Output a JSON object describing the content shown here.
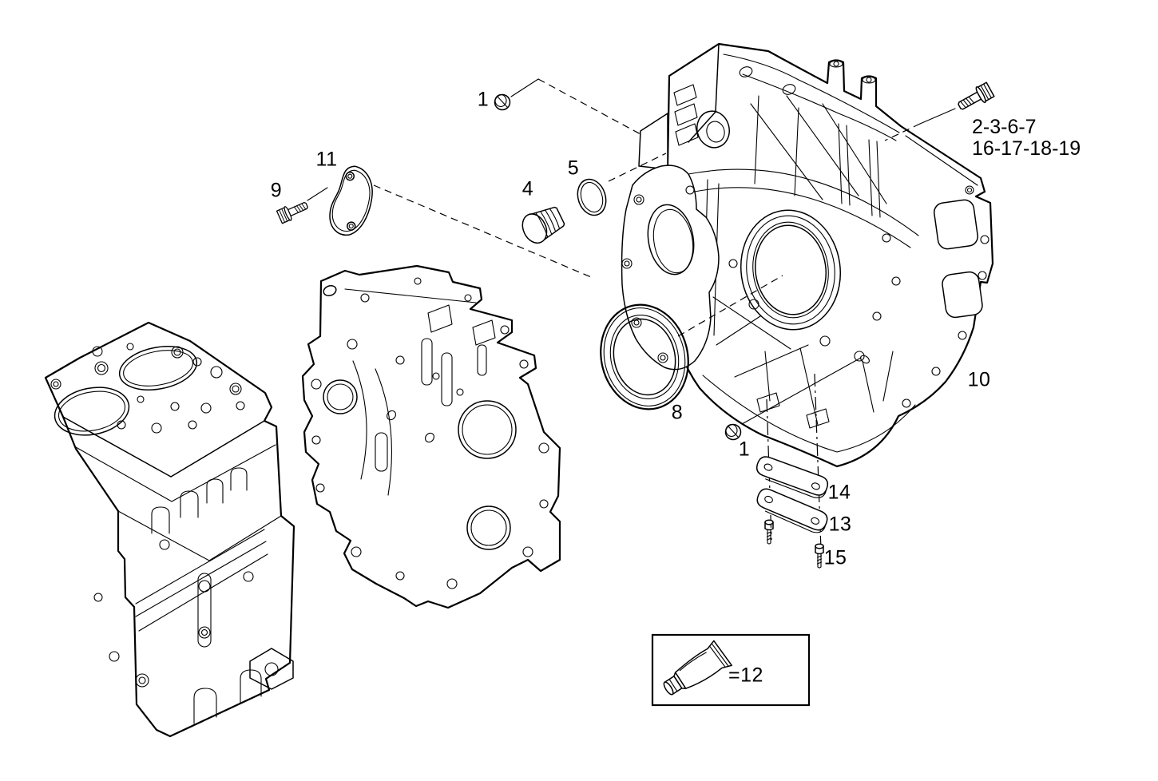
{
  "diagram": {
    "type": "exploded-parts-diagram",
    "subject": "flywheel-housing-assembly",
    "colors": {
      "line": "#000000",
      "background": "#ffffff"
    },
    "callouts": {
      "dowel_top": "1",
      "cover_bolt": "9",
      "cover_plate": "11",
      "plug": "4",
      "o_ring": "5",
      "housing_bolts_line1": "2-3-6-7",
      "housing_bolts_line2": "16-17-18-19",
      "shaft_seal": "8",
      "dowel_bottom": "1",
      "flywheel_housing": "10",
      "upper_plate": "14",
      "lower_plate": "13",
      "plate_screw": "15",
      "sealant": "=12"
    }
  }
}
